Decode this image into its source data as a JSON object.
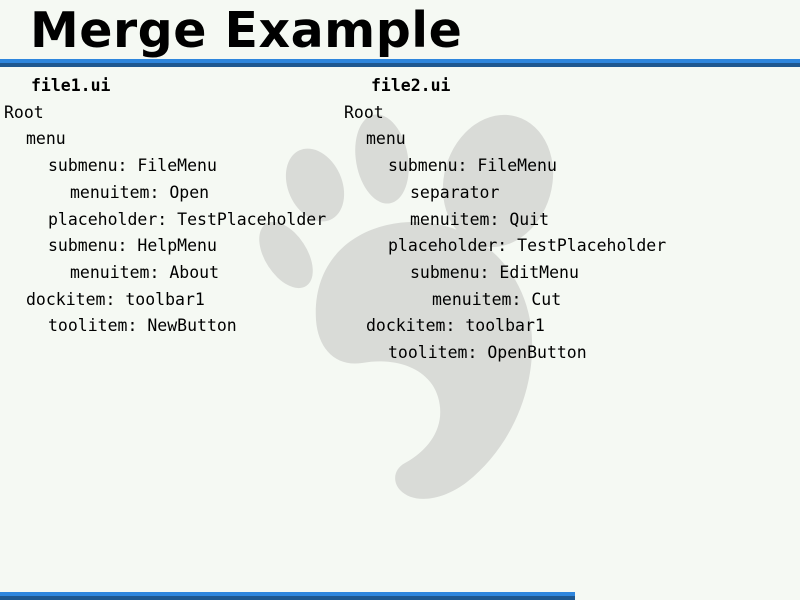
{
  "slide": {
    "title": "Merge Example",
    "colors": {
      "bg": "#f5f9f3",
      "text": "#000000",
      "accent_top": "#2e86dd",
      "accent_bottom": "#1e5890",
      "watermark": "#d9dbd7"
    }
  },
  "columns": [
    {
      "header": "file1.ui",
      "rows": [
        {
          "text": "Root",
          "indent": 0
        },
        {
          "text": "menu",
          "indent": 1
        },
        {
          "text": "submenu: FileMenu",
          "indent": 2
        },
        {
          "text": "menuitem: Open",
          "indent": 3
        },
        {
          "text": "placeholder: TestPlaceholder",
          "indent": 2
        },
        {
          "text": "submenu: HelpMenu",
          "indent": 2
        },
        {
          "text": "menuitem: About",
          "indent": 3
        },
        {
          "text": "dockitem: toolbar1",
          "indent": 1
        },
        {
          "text": "toolitem: NewButton",
          "indent": 2
        }
      ]
    },
    {
      "header": "file2.ui",
      "rows": [
        {
          "text": "Root",
          "indent": 0
        },
        {
          "text": "menu",
          "indent": 1
        },
        {
          "text": "submenu: FileMenu",
          "indent": 2
        },
        {
          "text": "separator",
          "indent": 3
        },
        {
          "text": "menuitem: Quit",
          "indent": 3
        },
        {
          "text": "placeholder: TestPlaceholder",
          "indent": 2
        },
        {
          "text": "submenu: EditMenu",
          "indent": 3
        },
        {
          "text": "menuitem: Cut",
          "indent": 4
        },
        {
          "text": "dockitem: toolbar1",
          "indent": 1
        },
        {
          "text": "toolitem: OpenButton",
          "indent": 2
        }
      ]
    }
  ]
}
